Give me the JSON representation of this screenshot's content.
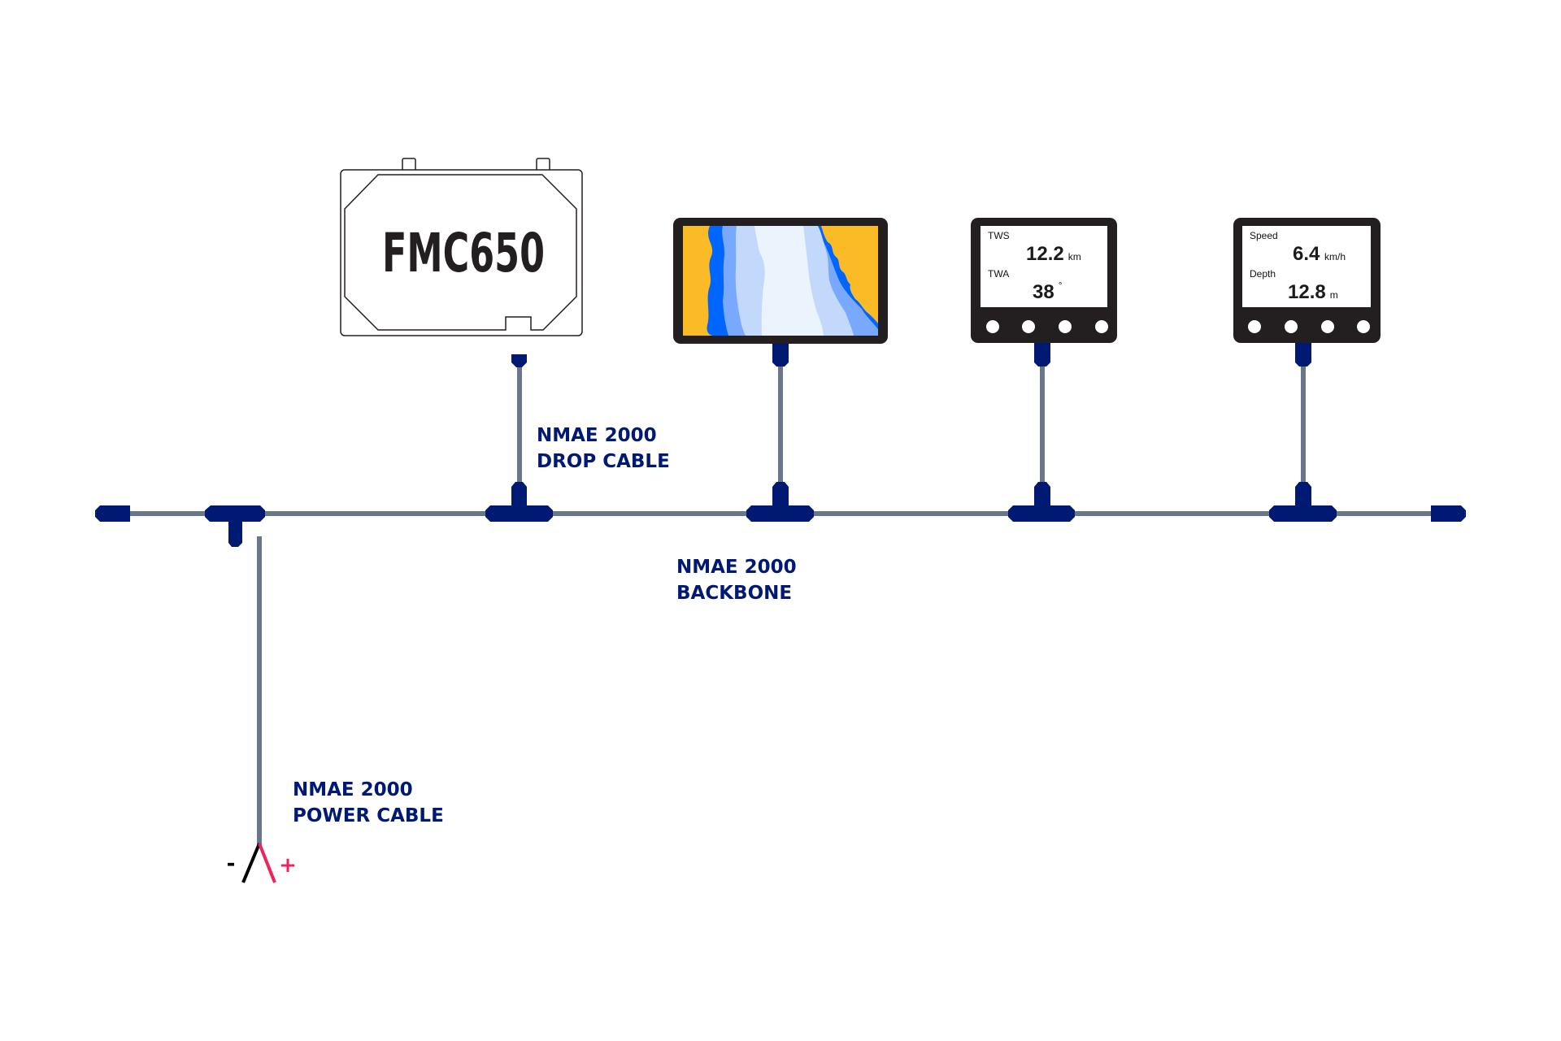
{
  "colors": {
    "connector": "#001a73",
    "cable": "#68778a",
    "device_frame": "#231f20",
    "label": "#001a73",
    "wire_negative": "#000000",
    "wire_positive": "#f0245c",
    "chart_sand": "#fbbb27",
    "chart_deep": "#0066ff",
    "chart_mid": "#79a9ff",
    "chart_light": "#c3d9fb",
    "chart_shallow": "#ebf4fd"
  },
  "gateway": {
    "model": "FMC650"
  },
  "labels": {
    "drop_cable": [
      "NMAE 2000",
      "DROP CABLE"
    ],
    "backbone": [
      "NMAE 2000",
      "BACKBONE"
    ],
    "power_cable": [
      "NMAE 2000",
      "POWER CABLE"
    ]
  },
  "power": {
    "negative": "-",
    "positive": "+"
  },
  "instruments": [
    {
      "rows": [
        {
          "label": "TWS",
          "value": "12.2",
          "unit": "km"
        },
        {
          "label": "TWA",
          "value": "38",
          "unit": "°"
        }
      ],
      "buttons": 4
    },
    {
      "rows": [
        {
          "label": "Speed",
          "value": "6.4",
          "unit": "km/h"
        },
        {
          "label": "Depth",
          "value": "12.8",
          "unit": "m"
        }
      ],
      "buttons": 4
    }
  ]
}
